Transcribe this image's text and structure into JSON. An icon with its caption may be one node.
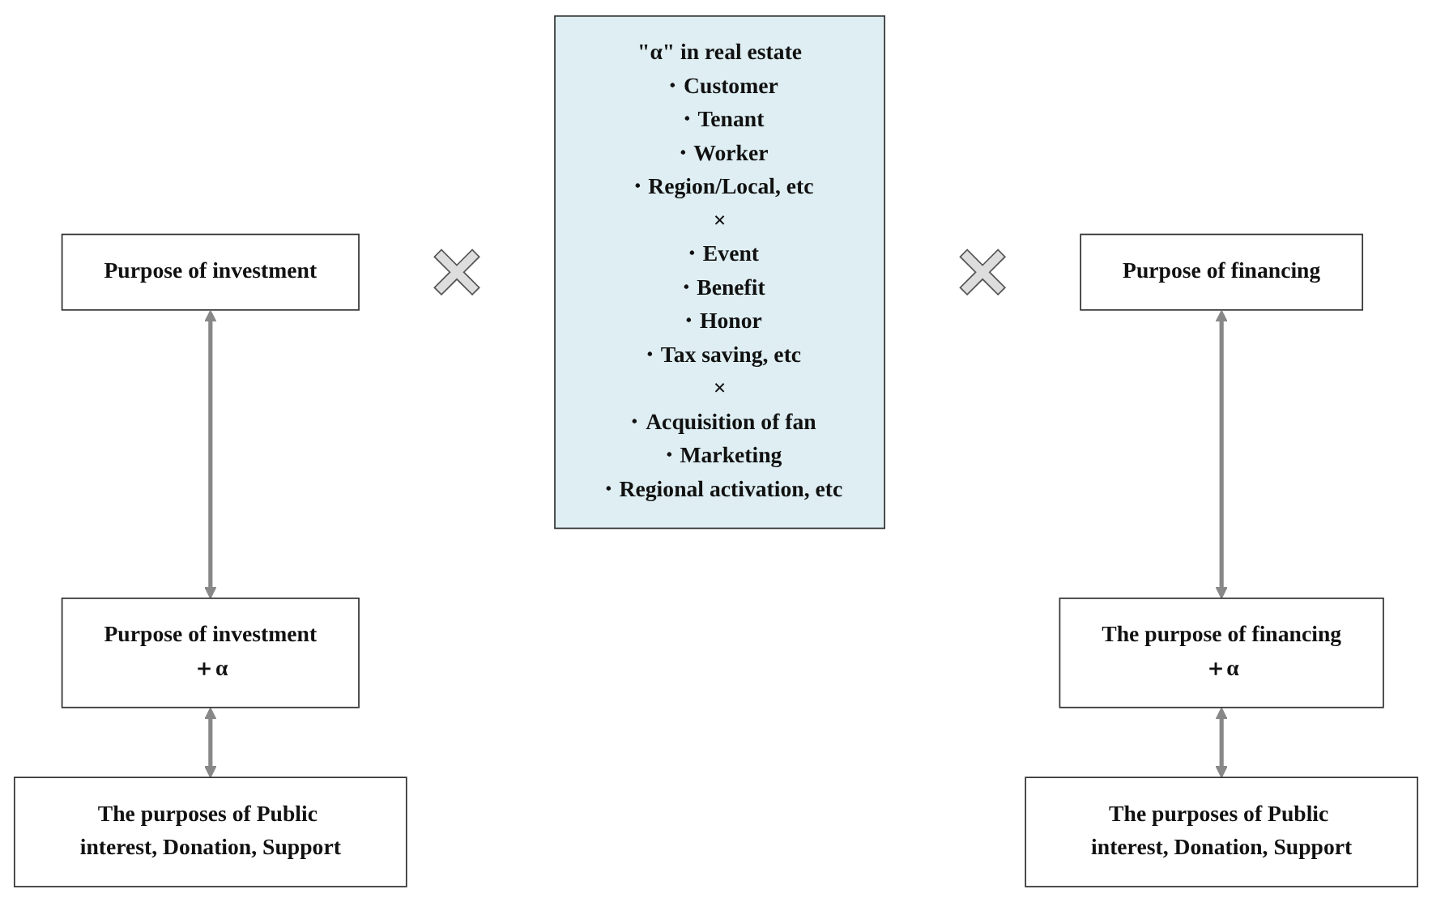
{
  "diagram": {
    "nodes": [
      {
        "text": [
          "Purpose of investment"
        ]
      },
      {
        "text": [
          "Purpose of investment",
          "＋α"
        ]
      },
      {
        "text": [
          "The purposes of Public interest, Donation, Support"
        ]
      },
      {
        "text": [],
        "shape": "cross"
      },
      {
        "text": [
          "\"α\" in real estate",
          "・Customer",
          "・Tenant",
          "・Worker",
          "・Region/Local, etc",
          "×",
          "・Event",
          "・Benefit",
          "・Honor",
          "・Tax saving, etc",
          "×",
          "・Acquisition of fan",
          "・Marketing",
          "・Regional activation, etc"
        ]
      },
      {
        "text": [],
        "shape": "cross"
      },
      {
        "text": [
          "Purpose of financing"
        ]
      },
      {
        "text": [
          "The purpose of financing",
          "＋α"
        ]
      },
      {
        "text": [
          "The purposes of Public interest, Donation, Support"
        ]
      }
    ],
    "edges": [
      {
        "from": 0,
        "to": 1,
        "arrow": "both"
      },
      {
        "from": 1,
        "to": 2,
        "arrow": "both"
      },
      {
        "from": 6,
        "to": 7,
        "arrow": "both"
      },
      {
        "from": 7,
        "to": 8,
        "arrow": "both"
      }
    ]
  }
}
